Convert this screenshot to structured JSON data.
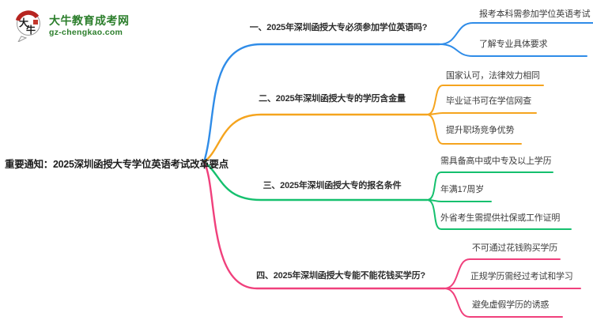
{
  "logo": {
    "icon_text": "大牛",
    "site_name": "大牛教育成考网",
    "site_url": "gz-chengkao.com"
  },
  "colors": {
    "branch1": "#2f8ce8",
    "branch2": "#f5a41e",
    "branch3": "#15c06e",
    "branch4": "#f0407c",
    "logo_green": "#2b7e2b",
    "seal_red": "#b62420"
  },
  "mindmap": {
    "root": "重要通知：2025深圳函授大专学位英语考试改革要点",
    "branches": [
      {
        "label": "一、2025年深圳函授大专必须参加学位英语吗?",
        "color": "#2f8ce8",
        "children": [
          "报考本科需参加学位英语考试",
          "了解专业具体要求"
        ]
      },
      {
        "label": "二、2025年深圳函授大专的学历含金量",
        "color": "#f5a41e",
        "children": [
          "国家认可，法律效力相同",
          "毕业证书可在学信网查",
          "提升职场竞争优势"
        ]
      },
      {
        "label": "三、2025年深圳函授大专的报名条件",
        "color": "#15c06e",
        "children": [
          "需具备高中或中专及以上学历",
          "年满17周岁",
          "外省考生需提供社保或工作证明"
        ]
      },
      {
        "label": "四、2025年深圳函授大专能不能花钱买学历?",
        "color": "#f0407c",
        "children": [
          "不可通过花钱购买学历",
          "正规学历需经过考试和学习",
          "避免虚假学历的诱惑"
        ]
      }
    ]
  }
}
